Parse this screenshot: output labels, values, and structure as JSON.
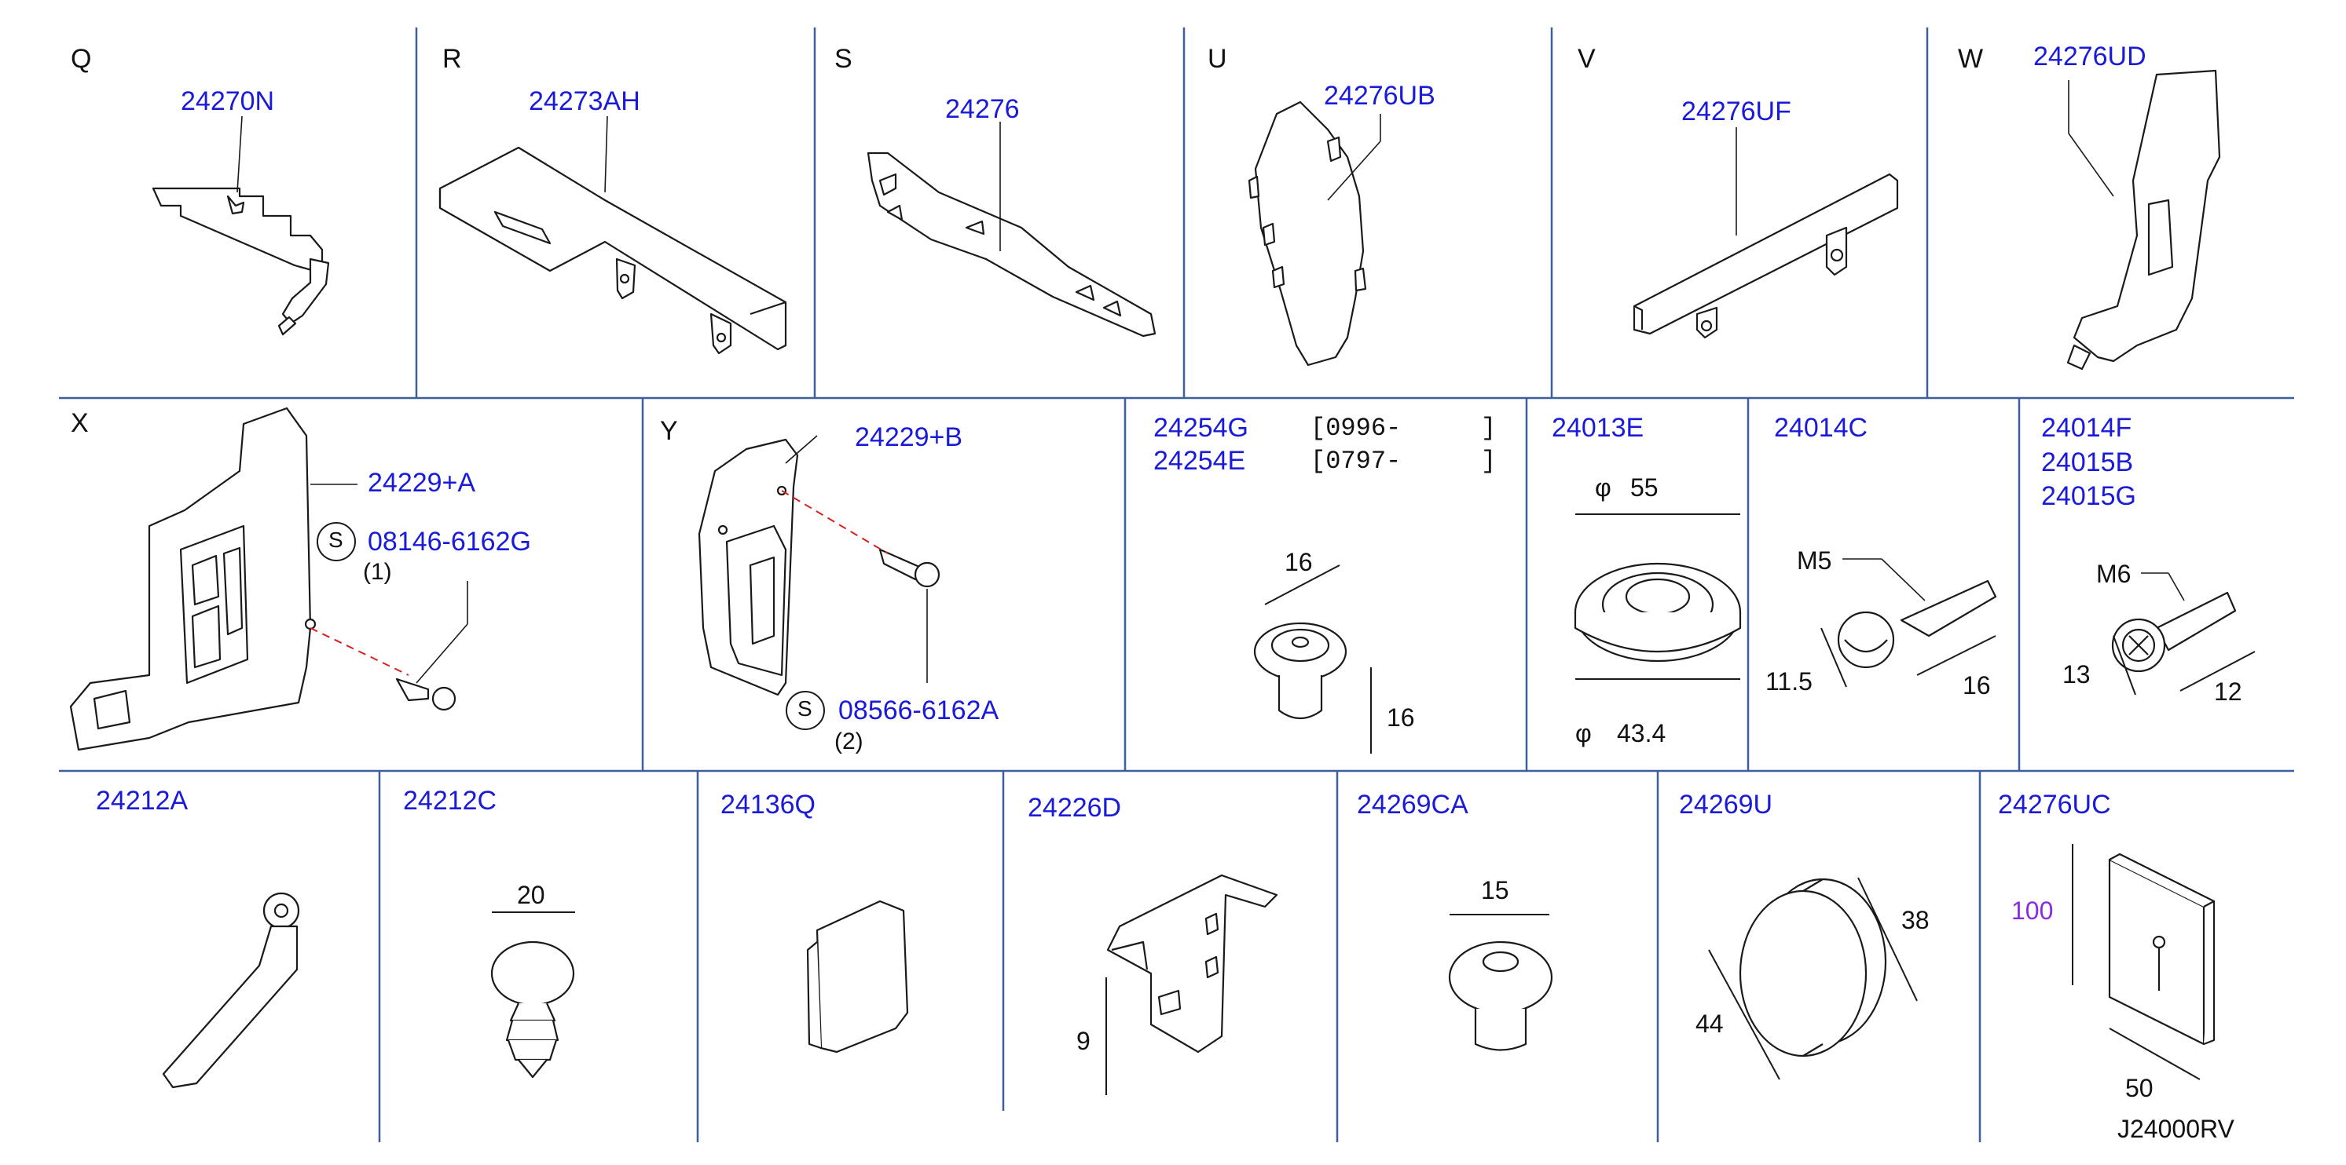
{
  "colors": {
    "part_number": "#1a1ad9",
    "text": "#111111",
    "grid_line": "#3d5f9e",
    "callout_dash": "#d92020",
    "qty_highlight": "#8a2be2"
  },
  "cells": {
    "Q": {
      "letter": "Q",
      "part": "24270N"
    },
    "R": {
      "letter": "R",
      "part": "24273AH"
    },
    "S": {
      "letter": "S",
      "part": "24276"
    },
    "U": {
      "letter": "U",
      "part": "24276UB"
    },
    "V": {
      "letter": "V",
      "part": "24276UF"
    },
    "W": {
      "letter": "W",
      "part": "24276UD"
    },
    "X": {
      "letter": "X",
      "part": "24229+A",
      "screw_symbol": "S",
      "screw_part": "08146-6162G",
      "screw_qty": "(1)"
    },
    "Y": {
      "letter": "Y",
      "part": "24229+B",
      "screw_symbol": "S",
      "screw_part": "08566-6162A",
      "screw_qty": "(2)"
    },
    "G54": {
      "part_a": "24254G",
      "range_a": "[0996-",
      "range_a_end": "]",
      "part_b": "24254E",
      "range_b": "[0797-",
      "range_b_end": "]",
      "dim_width": "16",
      "dim_height": "16"
    },
    "E13": {
      "part": "24013E",
      "phi_symbol": "φ",
      "dim_outer": "55",
      "dim_inner": "43.4"
    },
    "C14": {
      "part": "24014C",
      "thread": "M5",
      "dim_head": "11.5",
      "dim_length": "16"
    },
    "F14": {
      "part_a": "24014F",
      "part_b": "24015B",
      "part_c": "24015G",
      "thread": "M6",
      "dim_head": "13",
      "dim_length": "12"
    },
    "A212": {
      "part": "24212A"
    },
    "C212": {
      "part": "24212C",
      "dim": "20"
    },
    "Q136": {
      "part": "24136Q"
    },
    "D226": {
      "part": "24226D",
      "dim": "9"
    },
    "CA269": {
      "part": "24269CA",
      "dim": "15"
    },
    "U269": {
      "part": "24269U",
      "dim_a": "38",
      "dim_b": "44"
    },
    "UC276": {
      "part": "24276UC",
      "dim_height": "100",
      "dim_width": "50"
    }
  },
  "drawing_id": "J24000RV"
}
